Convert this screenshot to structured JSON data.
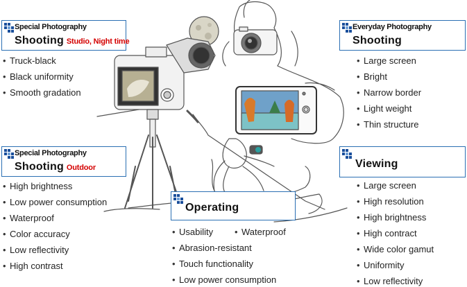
{
  "sections": {
    "special_night": {
      "category": "Special Photography",
      "title": "Shooting",
      "tag": "Studio, Night time",
      "items": [
        "Truck-black",
        "Black uniformity",
        "Smooth gradation"
      ]
    },
    "special_outdoor": {
      "category": "Special Photography",
      "title": "Shooting",
      "tag": "Outdoor",
      "items": [
        "High brightness",
        "Low power consumption",
        "Waterproof",
        "Color accuracy",
        "Low reflectivity",
        "High contrast"
      ]
    },
    "everyday": {
      "category": "Everyday Photography",
      "title": "Shooting",
      "items": [
        "Large screen",
        "Bright",
        "Narrow border",
        "Light weight",
        "Thin structure"
      ]
    },
    "viewing": {
      "title": "Viewing",
      "items": [
        "Large screen",
        "High resolution",
        "High brightness",
        "High contract",
        "Wide color gamut",
        "Uniformity",
        "Low reflectivity"
      ]
    },
    "operating": {
      "title": "Operating",
      "items": [
        "Usability",
        "Waterproof",
        "Abrasion-resistant",
        "Touch functionality",
        "Low power consumption"
      ]
    }
  },
  "colors": {
    "box_border": "#2a6fb3",
    "logo_blue": "#1a4f9c",
    "tag_red": "#d40000",
    "line_art": "#4a4a4a"
  }
}
